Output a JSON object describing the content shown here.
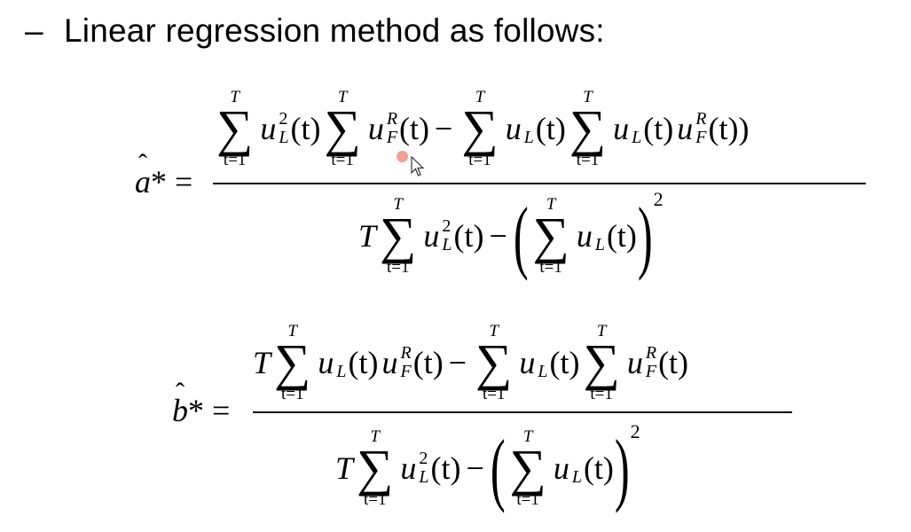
{
  "heading": {
    "dash": "–",
    "text": "Linear regression method as follows:"
  },
  "formulas": {
    "a": {
      "lhs_letter": "a",
      "lhs_rest": "* =",
      "sum_upper": "T",
      "sum_lower": "t=1",
      "num_var_u": "u",
      "sub_L": "L",
      "sub_F": "F",
      "sup_2": "2",
      "sup_R": "R",
      "arg_t": "(t)",
      "arg_t_close2": "(t))",
      "minus": "−",
      "den_T": "T",
      "power": "2"
    },
    "b": {
      "lhs_letter": "b",
      "lhs_rest": "* =",
      "sum_upper": "T",
      "sum_lower": "t=1",
      "den_T": "T",
      "power": "2"
    }
  },
  "colors": {
    "cursor_dot": "#f08f7c"
  }
}
